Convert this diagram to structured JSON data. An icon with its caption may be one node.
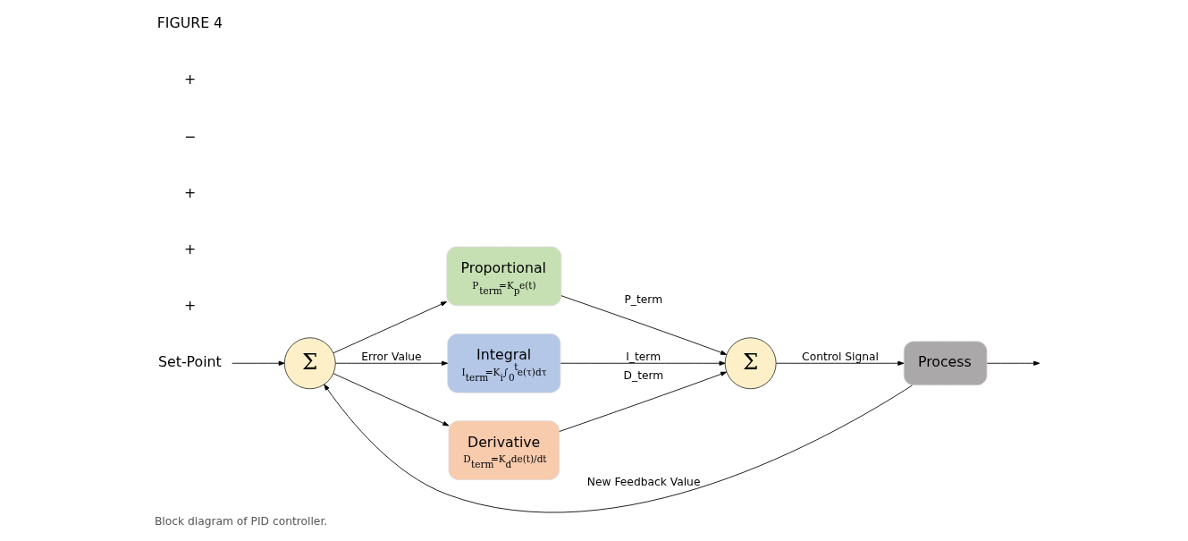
{
  "diagram": {
    "caption": "Block diagram of PID controller.",
    "nodes": [
      {
        "text": [
          "Set-Point"
        ]
      },
      {
        "text": [
          "Σ"
        ]
      },
      {
        "text": [
          "Proportional",
          "P$_{term}$=K$_{p}$e(t)"
        ]
      },
      {
        "text": [
          "Integral",
          "I$_{term}$=K$_{i}$∫$_{0}$$^{t}$e(τ)dτ"
        ]
      },
      {
        "text": [
          "Derivative",
          "D$_{term}$=K$_{d}$de(t)/dt"
        ]
      },
      {
        "text": [
          "Σ"
        ]
      },
      {
        "text": [
          "Process"
        ]
      }
    ],
    "edges": [
      {
        "from": 0,
        "to": 1,
        "arrow": "to"
      },
      {
        "from": 1,
        "to": 2,
        "arrow": "to"
      },
      {
        "from": 1,
        "to": 3,
        "arrow": "to",
        "label": "Error Value"
      },
      {
        "from": 1,
        "to": 4,
        "arrow": "to"
      },
      {
        "from": 2,
        "to": 5,
        "arrow": "to",
        "label": "P_term"
      },
      {
        "from": 3,
        "to": 5,
        "arrow": "to",
        "label": "I_term"
      },
      {
        "from": 4,
        "to": 5,
        "arrow": "to",
        "label": "D_term"
      },
      {
        "from": 5,
        "to": 6,
        "arrow": "to",
        "label": "Control Signal"
      },
      {
        "from": 6,
        "to": null,
        "arrow": "to"
      },
      {
        "from": 6,
        "to": 1,
        "arrow": "to",
        "label": "New Feedback Value"
      }
    ],
    "labels": [
      "+",
      "+",
      "+",
      "−",
      "+",
      "FIGURE 4"
    ]
  }
}
